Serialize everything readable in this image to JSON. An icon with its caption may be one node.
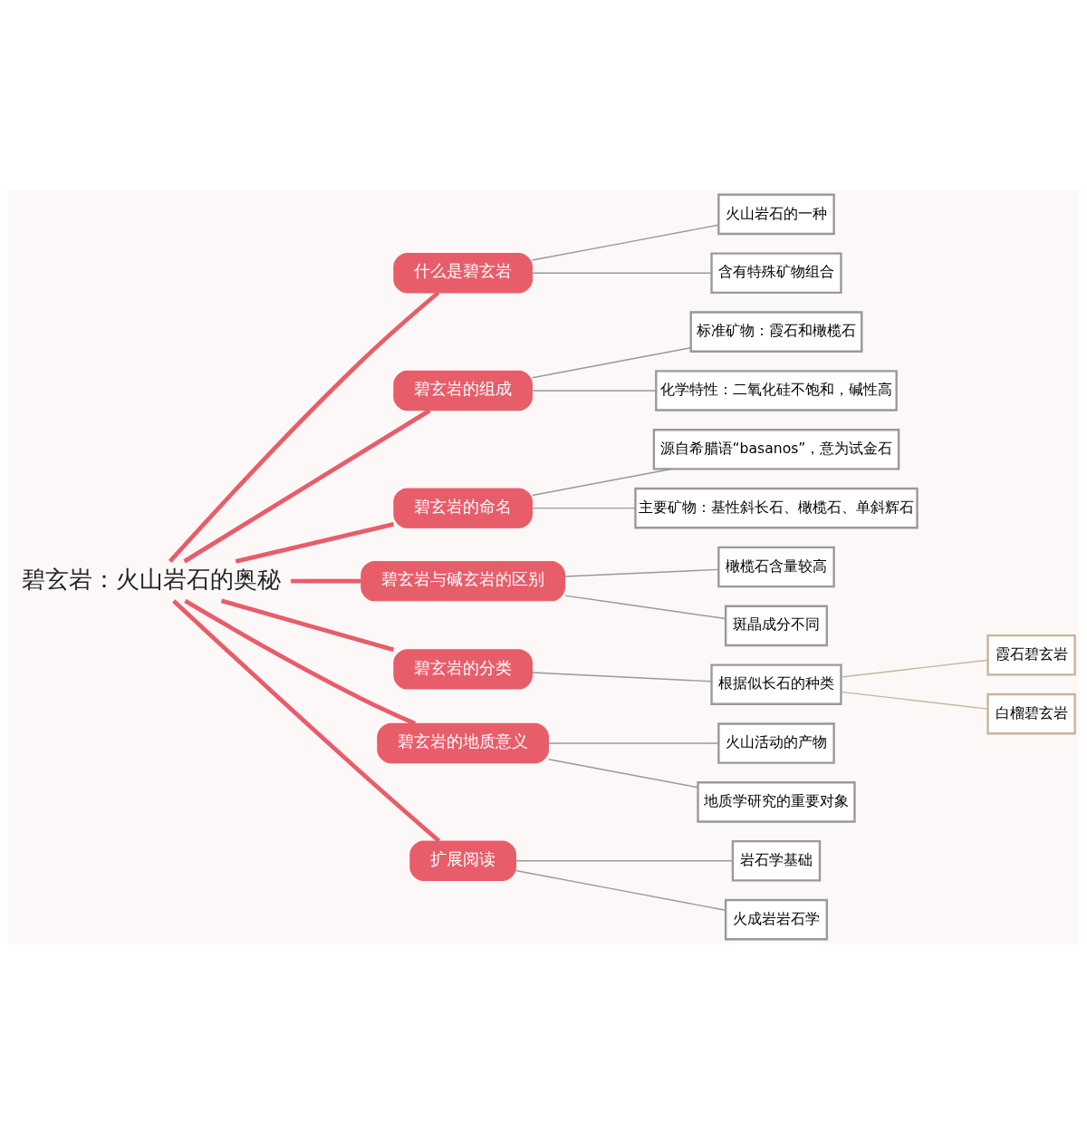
{
  "diagram": {
    "nodes": [
      {
        "text": [
          "碧玄岩：火山岩石的奥秘"
        ]
      },
      {
        "text": [
          "什么是碧玄岩"
        ]
      },
      {
        "text": [
          "火山岩石的一种"
        ]
      },
      {
        "text": [
          "含有特殊矿物组合"
        ]
      },
      {
        "text": [
          "碧玄岩的组成"
        ]
      },
      {
        "text": [
          "标准矿物：霞石和橄榄石"
        ]
      },
      {
        "text": [
          "化学特性：二氧化硅不饱和，碱性高"
        ]
      },
      {
        "text": [
          "碧玄岩的命名"
        ]
      },
      {
        "text": [
          "源自希腊语“basanos”，意为试金石"
        ]
      },
      {
        "text": [
          "主要矿物：基性斜长石、橄榄石、单斜辉石"
        ]
      },
      {
        "text": [
          "碧玄岩与碱玄岩的区别"
        ]
      },
      {
        "text": [
          "橄榄石含量较高"
        ]
      },
      {
        "text": [
          "斑晶成分不同"
        ]
      },
      {
        "text": [
          "碧玄岩的分类"
        ]
      },
      {
        "text": [
          "根据似长石的种类"
        ]
      },
      {
        "text": [
          "霞石碧玄岩"
        ]
      },
      {
        "text": [
          "白榴碧玄岩"
        ]
      },
      {
        "text": [
          "碧玄岩的地质意义"
        ]
      },
      {
        "text": [
          "火山活动的产物"
        ]
      },
      {
        "text": [
          "地质学研究的重要对象"
        ]
      },
      {
        "text": [
          "扩展阅读"
        ]
      },
      {
        "text": [
          "岩石学基础"
        ]
      },
      {
        "text": [
          "火成岩岩石学"
        ]
      }
    ],
    "edges": [
      {
        "from": 0,
        "to": 1,
        "arrow": "none",
        "style": "thick",
        "color": "#e85d6a"
      },
      {
        "from": 1,
        "to": 2,
        "arrow": "none"
      },
      {
        "from": 1,
        "to": 3,
        "arrow": "none"
      },
      {
        "from": 0,
        "to": 4,
        "arrow": "none",
        "style": "thick",
        "color": "#e85d6a"
      },
      {
        "from": 4,
        "to": 5,
        "arrow": "none"
      },
      {
        "from": 4,
        "to": 6,
        "arrow": "none"
      },
      {
        "from": 0,
        "to": 7,
        "arrow": "none",
        "style": "thick",
        "color": "#e85d6a"
      },
      {
        "from": 7,
        "to": 8,
        "arrow": "none"
      },
      {
        "from": 7,
        "to": 9,
        "arrow": "none"
      },
      {
        "from": 0,
        "to": 10,
        "arrow": "none",
        "style": "thick",
        "color": "#e85d6a"
      },
      {
        "from": 10,
        "to": 11,
        "arrow": "none"
      },
      {
        "from": 10,
        "to": 12,
        "arrow": "none"
      },
      {
        "from": 0,
        "to": 13,
        "arrow": "none",
        "style": "thick",
        "color": "#e85d6a"
      },
      {
        "from": 13,
        "to": 14,
        "arrow": "none"
      },
      {
        "from": 14,
        "to": 15,
        "arrow": "none",
        "color": "#c8b49a"
      },
      {
        "from": 14,
        "to": 16,
        "arrow": "none",
        "color": "#c8b49a"
      },
      {
        "from": 0,
        "to": 17,
        "arrow": "none",
        "style": "thick",
        "color": "#e85d6a"
      },
      {
        "from": 17,
        "to": 18,
        "arrow": "none"
      },
      {
        "from": 17,
        "to": 19,
        "arrow": "none"
      },
      {
        "from": 0,
        "to": 20,
        "arrow": "none",
        "style": "thick",
        "color": "#e85d6a"
      },
      {
        "from": 20,
        "to": 21,
        "arrow": "none"
      },
      {
        "from": 20,
        "to": 22,
        "arrow": "none"
      }
    ]
  }
}
